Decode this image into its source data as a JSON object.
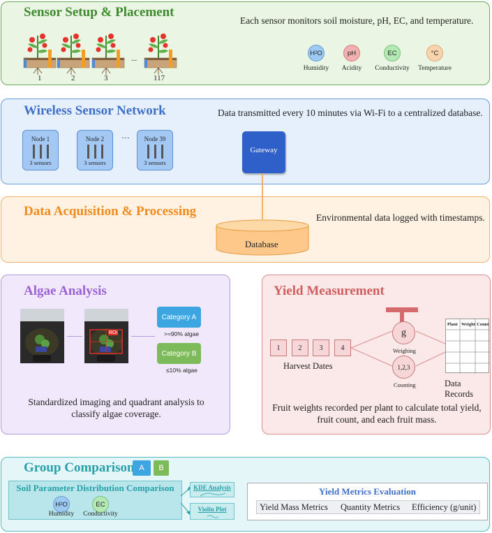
{
  "sensor_setup": {
    "title": "Sensor Setup & Placement",
    "description": "Each sensor monitors soil moisture, pH, EC, and temperature.",
    "plant_labels": [
      "1",
      "2",
      "3",
      "117"
    ],
    "ellipsis": "...",
    "params": [
      {
        "symbol": "H2O",
        "label": "Humidity",
        "color": "#9ccaf2"
      },
      {
        "symbol": "pH",
        "label": "Acidity",
        "color": "#f2b0b0"
      },
      {
        "symbol": "EC",
        "label": "Conductivity",
        "color": "#b4e8b4"
      },
      {
        "symbol": "°C",
        "label": "Temperature",
        "color": "#f8d4ae"
      }
    ]
  },
  "wireless": {
    "title": "Wireless Sensor Network",
    "description": "Data transmitted every 10 minutes via Wi-Fi to a centralized database.",
    "nodes": [
      {
        "label": "Node 1",
        "sub": "3 sensors"
      },
      {
        "label": "Node 2",
        "sub": "3 sensors"
      },
      {
        "label": "Node 39",
        "sub": "3 sensors"
      }
    ],
    "ellipsis": "···",
    "gateway": "Gateway"
  },
  "acquisition": {
    "title": "Data Acquisition & Processing",
    "description": "Environmental data logged with timestamps.",
    "database": "Database"
  },
  "algae": {
    "title": "Algae Analysis",
    "roi": "ROI",
    "category_a": "Category A",
    "category_a_note": ">=90% algae",
    "category_b": "Category B",
    "category_b_note": "≤10% algae",
    "description_line1": "Standardized imaging and quadrant analysis to",
    "description_line2": "classify algae coverage."
  },
  "yield": {
    "title": "Yield Measurement",
    "harvest_boxes": [
      "1",
      "2",
      "3",
      "4"
    ],
    "harvest_label": "Harvest Dates",
    "weigh_symbol": "g",
    "weigh_label": "Weighing",
    "count_symbol": "1,2,3",
    "count_label": "Counting",
    "table_headers": [
      "Plant",
      "Weight",
      "Count"
    ],
    "records_label": "Data Records",
    "description_line1": "Fruit weights recorded per plant to calculate total yield,",
    "description_line2": "fruit count, and each fruit mass."
  },
  "comparison": {
    "title": "Group Comparison",
    "badge_a": "A",
    "badge_b": "B",
    "soil_title": "Soil Parameter Distribution Comparison",
    "soil_params": [
      {
        "symbol": "H2O",
        "label": "Humidity",
        "color": "#9ccaf2"
      },
      {
        "symbol": "EC",
        "label": "Conductivity",
        "color": "#b4e8b4"
      }
    ],
    "kde": "KDE Analysis",
    "violin": "Violin Plot",
    "yield_title": "Yield Metrics Evaluation",
    "metrics": [
      "Yield Mass Metrics",
      "Quantity Metrics",
      "Efficiency (g/unit)"
    ]
  },
  "colors": {
    "green_panel": "#eaf6e3",
    "green_border": "#6aab5a",
    "green_title": "#3f8a2f",
    "blue_panel": "#e6f0fc",
    "blue_border": "#6b9ad8",
    "blue_title": "#3f6fc6",
    "orange_panel": "#fff2e2",
    "orange_border": "#f0b26a",
    "orange_title": "#f08b1e",
    "purple_panel": "#f1e8fb",
    "purple_border": "#b49ad8",
    "purple_title": "#9a62d4",
    "red_panel": "#fbe8e8",
    "red_border": "#dc8d8d",
    "red_title": "#cf5f5f",
    "teal_panel": "#e4f6f7",
    "teal_border": "#55b8c2",
    "teal_title": "#27a0aa"
  }
}
